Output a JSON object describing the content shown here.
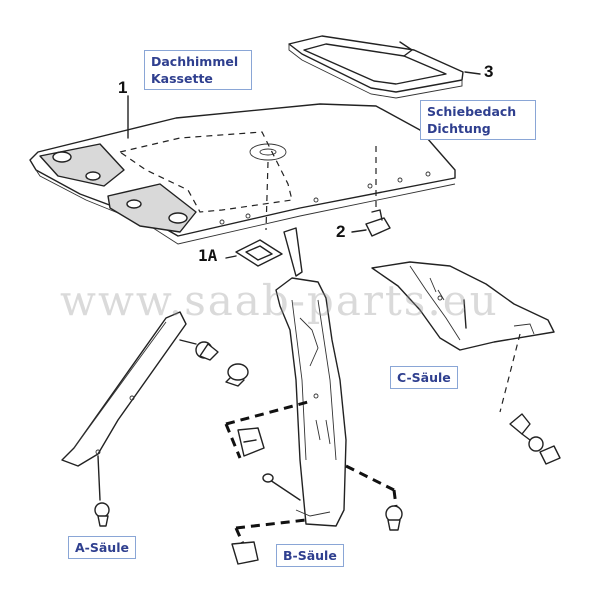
{
  "labels": {
    "headliner": "Dachhimmel\nKassette",
    "sunroof_seal": "Schiebedach\nDichtung",
    "c_pillar": "C-Säule",
    "a_pillar": "A-Säule",
    "b_pillar": "B-Säule"
  },
  "callouts": {
    "n1": "1",
    "n1a": "1A",
    "n2": "2",
    "n3": "3"
  },
  "watermark": "www.saab-parts.eu",
  "colors": {
    "label_text": "#2f3f8f",
    "label_border": "#8aa6d6",
    "line": "#222222"
  }
}
